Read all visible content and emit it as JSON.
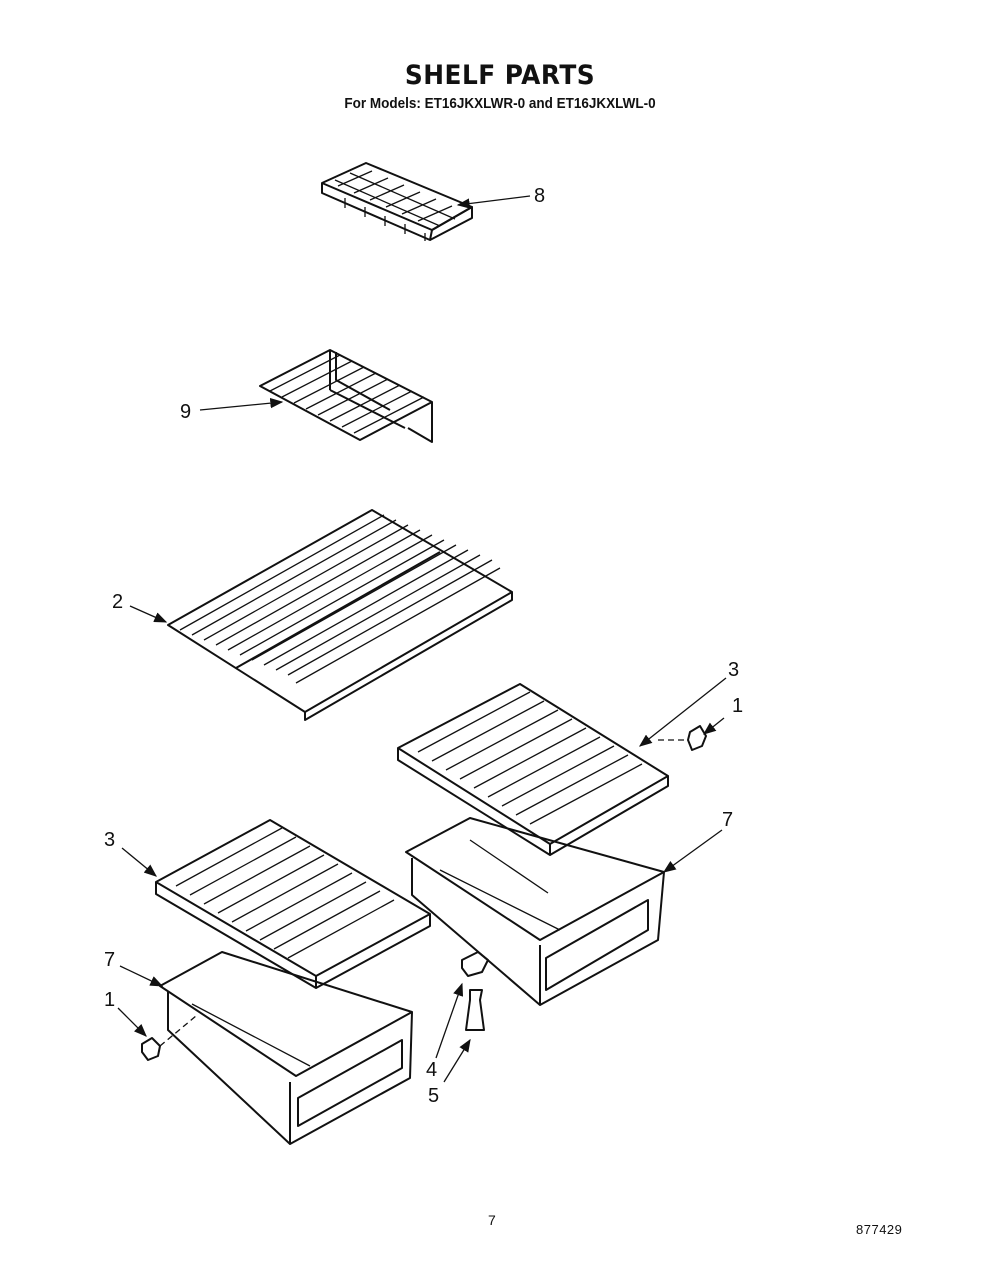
{
  "header": {
    "title": "SHELF PARTS",
    "subtitle": "For Models: ET16JKXLWR-0 and ET16JKXLWL-0"
  },
  "callouts": {
    "c8": "8",
    "c9": "9",
    "c2": "2",
    "c3_right": "3",
    "c1_right": "1",
    "c7_right": "7",
    "c3_left": "3",
    "c7_left": "7",
    "c1_left": "1",
    "c4": "4",
    "c5": "5"
  },
  "footer": {
    "page_number": "7",
    "document_number": "877429"
  }
}
